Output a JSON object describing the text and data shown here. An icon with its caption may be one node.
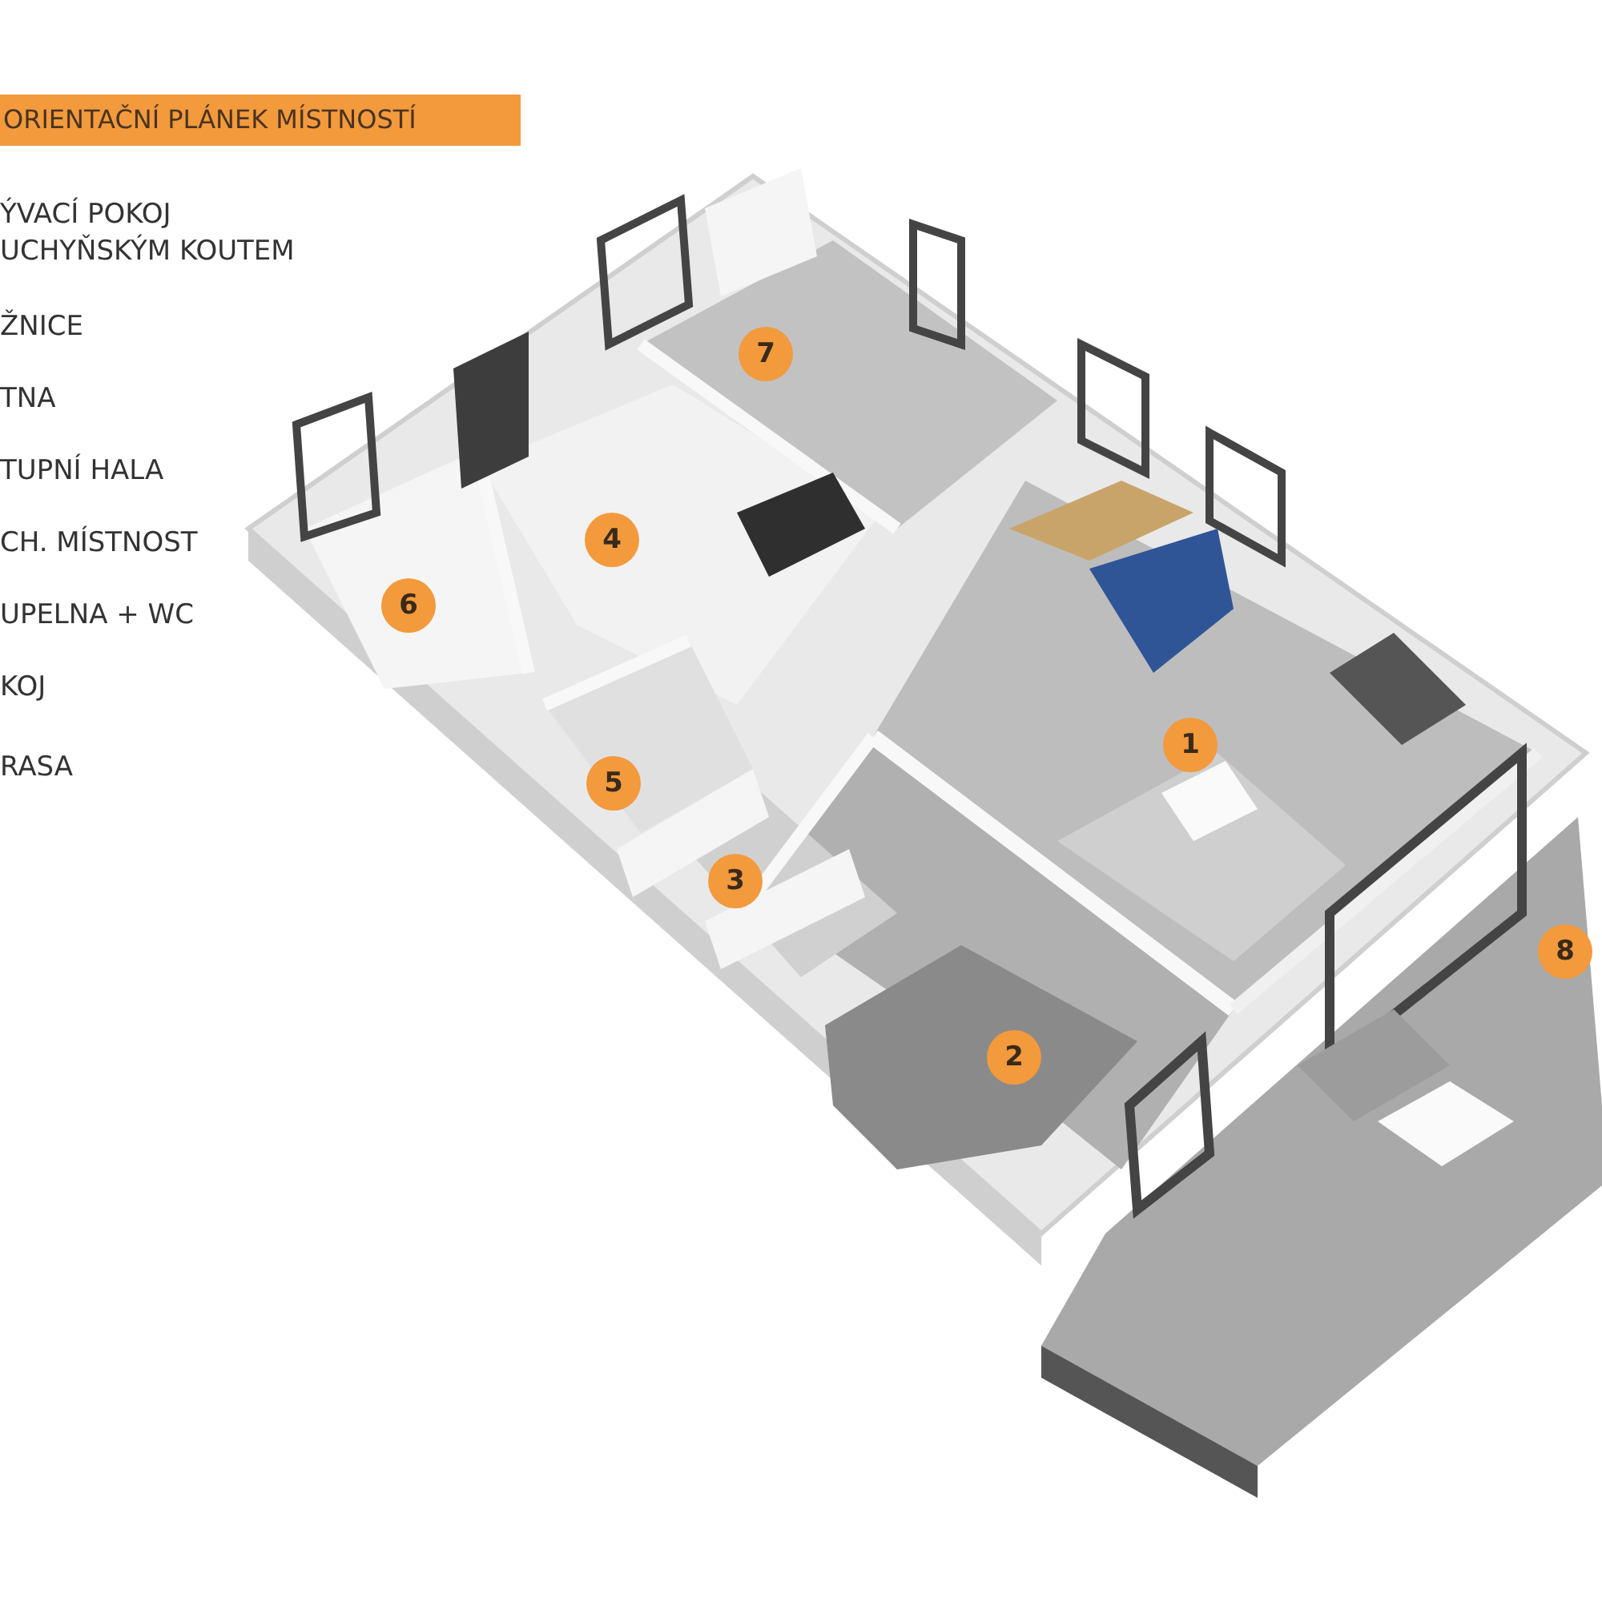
{
  "diagram": {
    "title": "ORIENTAČNÍ PLÁNEK MÍSTNOSTÍ",
    "labels": [
      "ÝVACÍ POKOJ UCHYŇSKÝM KOUTEM",
      "ŽNICE",
      "TNA",
      "TUPNÍ HALA",
      "CH. MÍSTNOST",
      "UPELNA + WC",
      "KOJ",
      "RASA",
      "7",
      "4",
      "6",
      "1",
      "5",
      "3",
      "2",
      "8"
    ]
  }
}
